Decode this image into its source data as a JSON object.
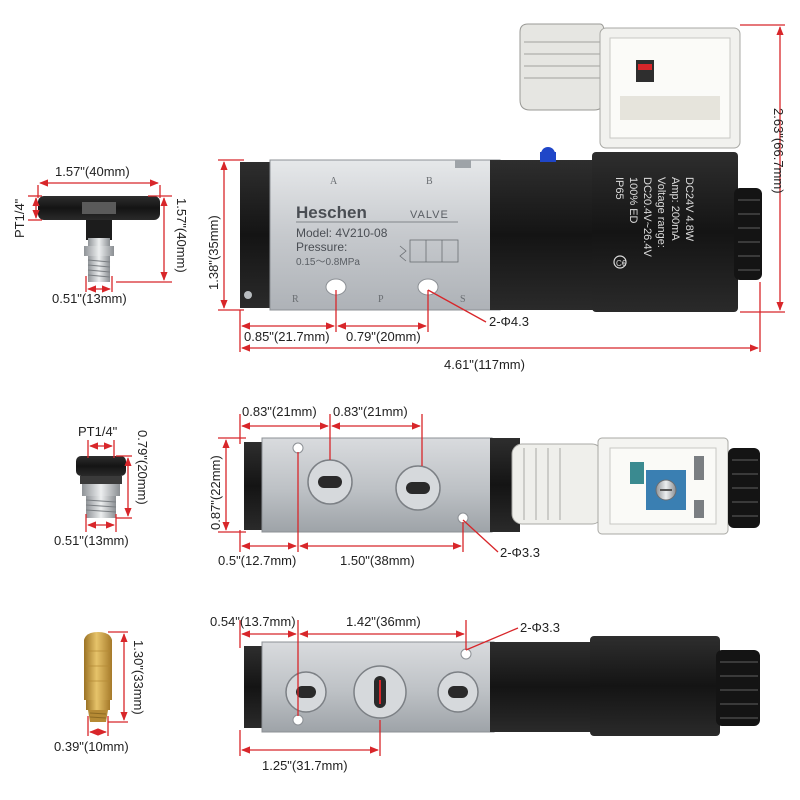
{
  "colors": {
    "dimension_line": "#d8262a",
    "valve_body": "#c9ccd0",
    "valve_body_dark": "#9a9ea3",
    "coil_black": "#1a1a1a",
    "brass": "#c99a38",
    "blue_button": "#1f46c8"
  },
  "icons": [
    "tee-fitting-icon",
    "straight-fitting-icon",
    "brass-muffler-icon",
    "solenoid-valve-icon"
  ],
  "fittings": {
    "tee": {
      "width": "1.57\"(40mm)",
      "height": "1.57\"(40mm)",
      "thread": "PT1/4\"",
      "base": "0.51\"(13mm)"
    },
    "straight": {
      "thread": "PT1/4\"",
      "height": "0.79\"(20mm)",
      "base": "0.51\"(13mm)"
    },
    "muffler": {
      "height": "1.30\"(33mm)",
      "base": "0.39\"(10mm)"
    }
  },
  "front_view": {
    "brand": "Heschen",
    "valve_word": "VALVE",
    "model": "Model: 4V210-08",
    "pressure_label": "Pressure:",
    "pressure_value": "0.15～0.8MPa",
    "port_a": "A",
    "port_b": "B",
    "port_r": "R",
    "port_p": "P",
    "port_s": "S",
    "coil_lines": [
      "DC24V  4.8W",
      "Amp:  200mA",
      "Voltage range:",
      "DC20.4V~26.4V",
      "100%  ED",
      "IP65"
    ],
    "dim_height_total": "2.63\"(66.7mm)",
    "dim_height_body": "1.38\"(35mm)",
    "dim_left_offset": "0.85\"(21.7mm)",
    "dim_port_spacing": "0.79\"(20mm)",
    "dim_holes": "2-Φ4.3",
    "dim_length": "4.61\"(117mm)"
  },
  "top_view": {
    "dim_spacing_1": "0.83\"(21mm)",
    "dim_spacing_2": "0.83\"(21mm)",
    "dim_height": "0.87\"(22mm)",
    "dim_left_offset": "0.5\"(12.7mm)",
    "dim_hole_spacing": "1.50\"(38mm)",
    "dim_holes": "2-Φ3.3"
  },
  "bottom_view": {
    "dim_left_offset": "0.54\"(13.7mm)",
    "dim_spacing": "1.42\"(36mm)",
    "dim_holes": "2-Φ3.3",
    "dim_bottom": "1.25\"(31.7mm)"
  }
}
